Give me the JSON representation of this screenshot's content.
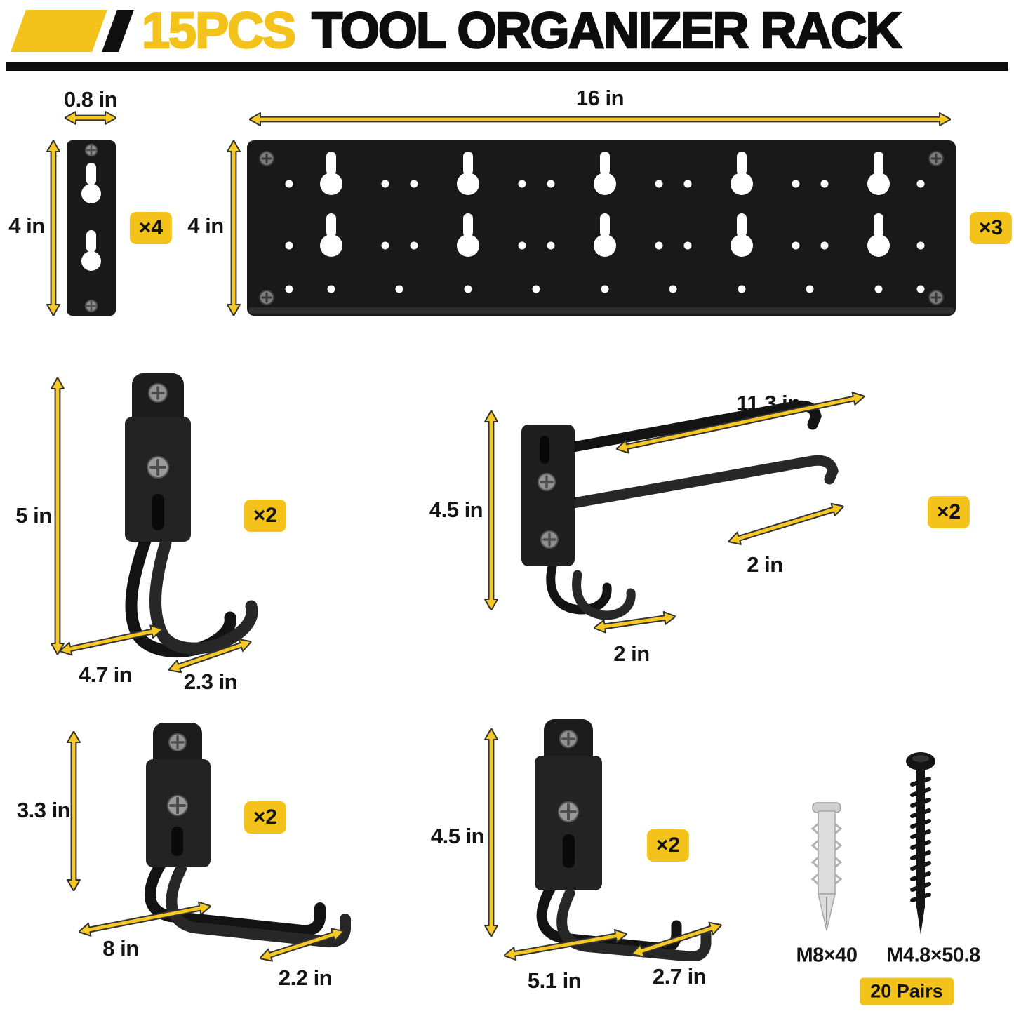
{
  "header": {
    "count": "15PCS",
    "title": "TOOL ORGANIZER RACK"
  },
  "colors": {
    "accent": "#F3C21B",
    "arrow_fill": "#F6C824",
    "arrow_outline": "#333333",
    "metal": "#1b1b1b"
  },
  "small_rail": {
    "width": "0.8 in",
    "height": "4 in",
    "qty": "×4"
  },
  "long_rail": {
    "width": "16 in",
    "height": "4 in",
    "qty": "×3"
  },
  "large_hook": {
    "height": "5 in",
    "depth": "4.7 in",
    "width": "2.3 in",
    "qty": "×2"
  },
  "double_bar_hook": {
    "length": "11.3 in",
    "height": "4.5 in",
    "tip_gap": "2 in",
    "lower_gap": "2 in",
    "qty": "×2"
  },
  "long_j_hook": {
    "height": "3.3 in",
    "depth": "8 in",
    "width": "2.2 in",
    "qty": "×2"
  },
  "medium_j_hook": {
    "height": "4.5 in",
    "depth": "5.1 in",
    "width": "2.7 in",
    "qty": "×2"
  },
  "hardware": {
    "anchor": "M8×40",
    "screw": "M4.8×50.8",
    "pairs": "20 Pairs"
  }
}
